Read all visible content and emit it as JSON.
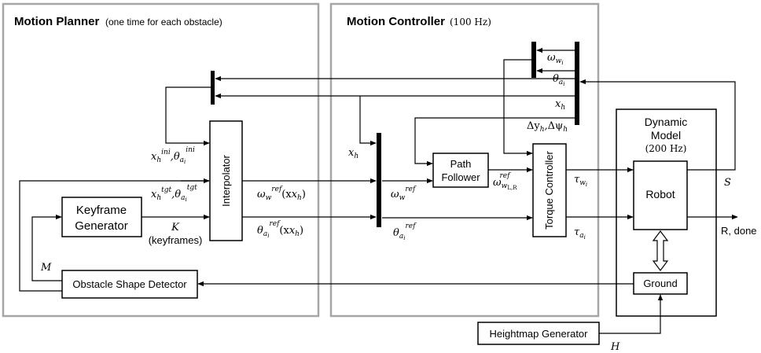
{
  "motion_planner": {
    "title": "Motion Planner",
    "subtitle": "(one time for each obstacle)"
  },
  "motion_controller": {
    "title": "Motion Controller",
    "rate": "(100 Hz)"
  },
  "dynamic_model": {
    "title_line1": "Dynamic",
    "title_line2": "Model",
    "rate": "(200 Hz)"
  },
  "blocks": {
    "interpolator": "Interpolator",
    "keyframe_generator_line1": "Keyframe",
    "keyframe_generator_line2": "Generator",
    "obstacle_shape_detector": "Obstacle Shape Detector",
    "path_follower_line1": "Path",
    "path_follower_line2": "Follower",
    "torque_controller": "Torque Controller",
    "robot": "Robot",
    "ground": "Ground",
    "heightmap_generator": "Heightmap Generator"
  },
  "signals": {
    "x_h_ini": "x",
    "x_h_ini_sub": "h",
    "x_h_ini_sup": "ini",
    "theta_ini": "θ",
    "theta_ini_sub": "a",
    "theta_ini_subsub": "i",
    "theta_ini_sup": "ini",
    "x_h_tgt_sup": "tgt",
    "theta_tgt_sup": "tgt",
    "K": "K",
    "keyframes": "(keyframes)",
    "omega": "ω",
    "w": "w",
    "ref": "ref",
    "xh_arg": "(x",
    "xh_arg_close": ")",
    "x_h": "x",
    "h": "h",
    "delta_y_h": "Δy",
    "delta_psi_h": "Δψ",
    "comma": ",",
    "omega_w_LR_sub": "L,R",
    "tau": "τ",
    "M": "M",
    "S": "S",
    "R_done": "R, done",
    "H": "H"
  },
  "colors": {
    "panel_border": "#a6a6a6",
    "line": "#000000"
  }
}
